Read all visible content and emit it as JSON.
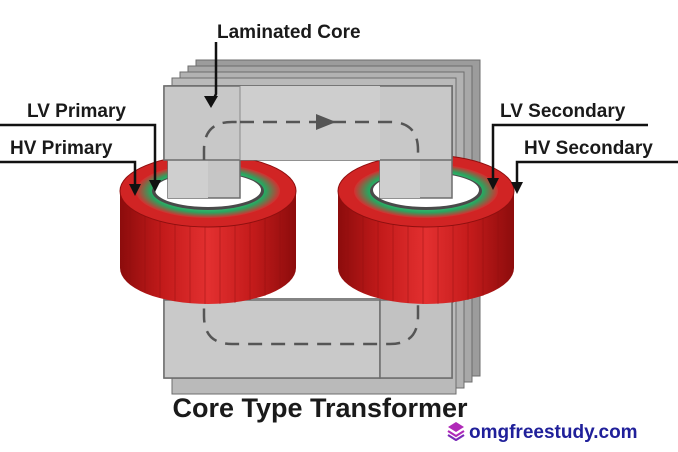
{
  "labels": {
    "laminated_core": "Laminated Core",
    "lv_primary": "LV Primary",
    "hv_primary": "HV Primary",
    "lv_secondary": "LV Secondary",
    "hv_secondary": "HV Secondary"
  },
  "title": "Core Type Transformer",
  "brand": "omgfreestudy.com",
  "colors": {
    "core": "#c4c4c4",
    "winding_hv": "#c81a1a",
    "winding_lv": "#2db56a",
    "brand": "#20209a",
    "logo": "#b02ab8"
  },
  "icons": [
    "logo-icon",
    "flux-arrow-icon"
  ]
}
